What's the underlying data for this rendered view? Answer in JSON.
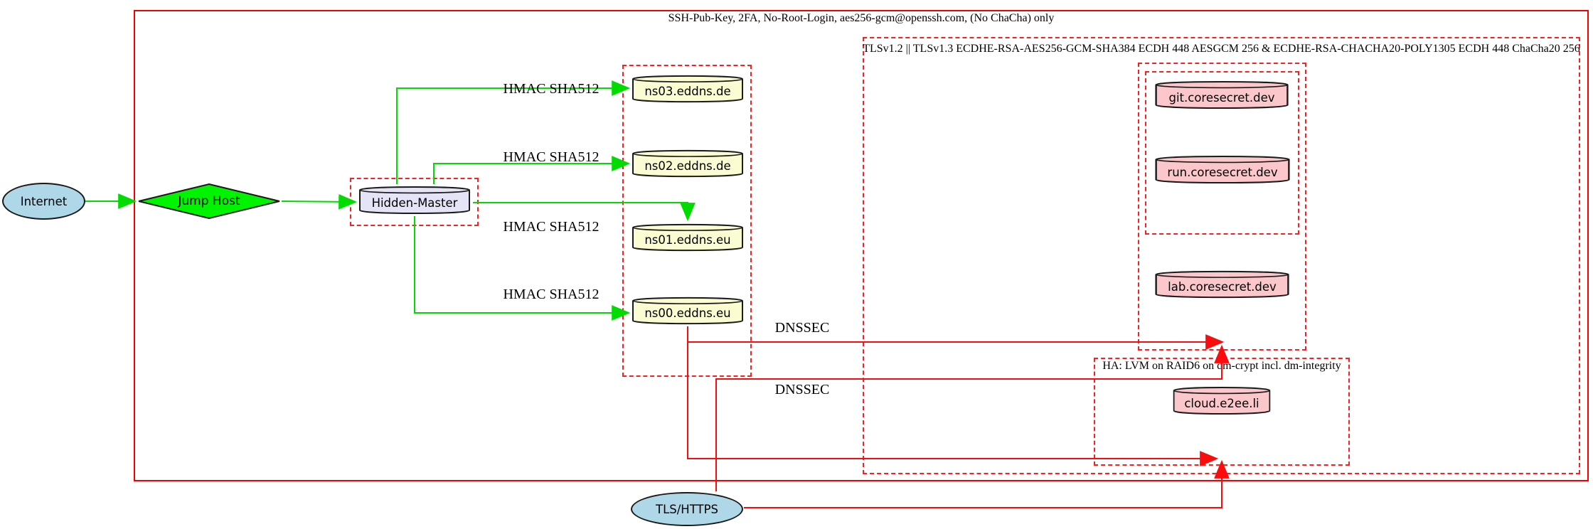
{
  "diagram": {
    "clusters": {
      "ssh_label": "SSH-Pub-Key, 2FA, No-Root-Login, aes256-gcm@openssh.com, (No ChaCha) only",
      "tls_label": "TLSv1.2 || TLSv1.3 ECDHE-RSA-AES256-GCM-SHA384 ECDH 448 AESGCM 256 & ECDHE-RSA-CHACHA20-POLY1305 ECDH 448 ChaCha20 256",
      "ha_label": "HA: LVM on RAID6 on dm-crypt incl. dm-integrity"
    },
    "nodes": {
      "internet": "Internet",
      "jump_host": "Jump Host",
      "hidden_master": "Hidden-Master",
      "ns03": "ns03.eddns.de",
      "ns02": "ns02.eddns.de",
      "ns01": "ns01.eddns.eu",
      "ns00": "ns00.eddns.eu",
      "git": "git.coresecret.dev",
      "run": "run.coresecret.dev",
      "lab": "lab.coresecret.dev",
      "cloud": "cloud.e2ee.li",
      "tls_https": "TLS/HTTPS"
    },
    "edge_labels": {
      "hmac": "HMAC SHA512",
      "dnssec": "DNSSEC"
    },
    "colors": {
      "cluster_border_red": "#ff0000",
      "edge_green": "#00dc00",
      "edge_red": "#ff0000",
      "node_blue": "#aed7e8",
      "node_green": "#00ff00",
      "node_lavender": "#e4e4f6",
      "node_yellow": "#fcfcd2",
      "node_pink": "#fcc7cb"
    }
  }
}
